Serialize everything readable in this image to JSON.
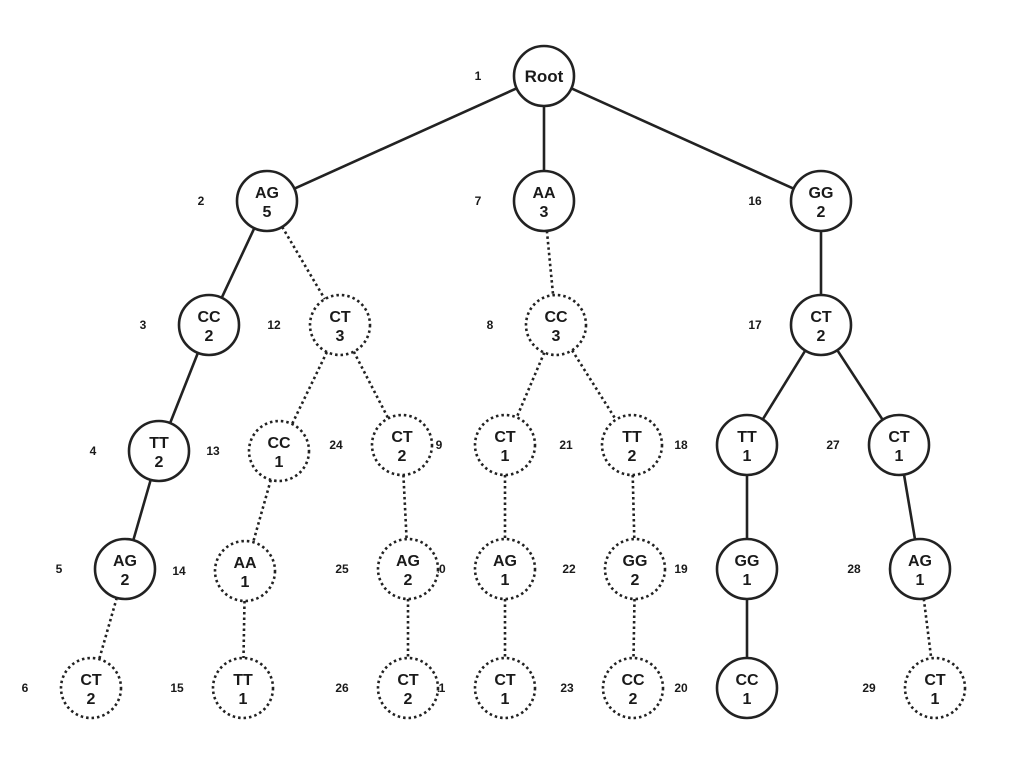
{
  "highlight_color": "#d8d8d8",
  "nodes": [
    {
      "id": "1",
      "label": "Root",
      "count": "",
      "style": "solid"
    },
    {
      "id": "2",
      "label": "AG",
      "count": "5",
      "style": "solid"
    },
    {
      "id": "3",
      "label": "CC",
      "count": "2",
      "style": "solid"
    },
    {
      "id": "4",
      "label": "TT",
      "count": "2",
      "style": "solid"
    },
    {
      "id": "5",
      "label": "AG",
      "count": "2",
      "style": "solid"
    },
    {
      "id": "6",
      "label": "CT",
      "count": "2",
      "style": "dotted"
    },
    {
      "id": "7",
      "label": "AA",
      "count": "3",
      "style": "solid"
    },
    {
      "id": "8",
      "label": "CC",
      "count": "3",
      "style": "dotted"
    },
    {
      "id": "9",
      "label": "CT",
      "count": "1",
      "style": "dotted"
    },
    {
      "id": "10",
      "label": "AG",
      "count": "1",
      "style": "dotted"
    },
    {
      "id": "11",
      "label": "CT",
      "count": "1",
      "style": "dotted"
    },
    {
      "id": "12",
      "label": "CT",
      "count": "3",
      "style": "dotted"
    },
    {
      "id": "13",
      "label": "CC",
      "count": "1",
      "style": "dotted"
    },
    {
      "id": "14",
      "label": "AA",
      "count": "1",
      "style": "dotted"
    },
    {
      "id": "15",
      "label": "TT",
      "count": "1",
      "style": "dotted"
    },
    {
      "id": "16",
      "label": "GG",
      "count": "2",
      "style": "solid"
    },
    {
      "id": "17",
      "label": "CT",
      "count": "2",
      "style": "solid"
    },
    {
      "id": "18",
      "label": "TT",
      "count": "1",
      "style": "solid"
    },
    {
      "id": "19",
      "label": "GG",
      "count": "1",
      "style": "solid"
    },
    {
      "id": "20",
      "label": "CC",
      "count": "1",
      "style": "solid",
      "highlighted": true
    },
    {
      "id": "21",
      "label": "TT",
      "count": "2",
      "style": "dotted"
    },
    {
      "id": "22",
      "label": "GG",
      "count": "2",
      "style": "dotted"
    },
    {
      "id": "23",
      "label": "CC",
      "count": "2",
      "style": "dotted"
    },
    {
      "id": "24",
      "label": "CT",
      "count": "2",
      "style": "dotted"
    },
    {
      "id": "25",
      "label": "AG",
      "count": "2",
      "style": "dotted"
    },
    {
      "id": "26",
      "label": "CT",
      "count": "2",
      "style": "dotted"
    },
    {
      "id": "27",
      "label": "CT",
      "count": "1",
      "style": "solid"
    },
    {
      "id": "28",
      "label": "AG",
      "count": "1",
      "style": "solid"
    },
    {
      "id": "29",
      "label": "CT",
      "count": "1",
      "style": "dotted"
    }
  ],
  "edges": [
    {
      "from": "1",
      "to": "2",
      "style": "solid"
    },
    {
      "from": "1",
      "to": "7",
      "style": "solid"
    },
    {
      "from": "1",
      "to": "16",
      "style": "solid"
    },
    {
      "from": "2",
      "to": "3",
      "style": "solid"
    },
    {
      "from": "2",
      "to": "12",
      "style": "dotted"
    },
    {
      "from": "3",
      "to": "4",
      "style": "solid"
    },
    {
      "from": "4",
      "to": "5",
      "style": "solid"
    },
    {
      "from": "5",
      "to": "6",
      "style": "dotted"
    },
    {
      "from": "12",
      "to": "13",
      "style": "dotted"
    },
    {
      "from": "12",
      "to": "24",
      "style": "dotted"
    },
    {
      "from": "13",
      "to": "14",
      "style": "dotted"
    },
    {
      "from": "14",
      "to": "15",
      "style": "dotted"
    },
    {
      "from": "24",
      "to": "25",
      "style": "dotted"
    },
    {
      "from": "25",
      "to": "26",
      "style": "dotted"
    },
    {
      "from": "7",
      "to": "8",
      "style": "dotted"
    },
    {
      "from": "8",
      "to": "9",
      "style": "dotted"
    },
    {
      "from": "8",
      "to": "21",
      "style": "dotted"
    },
    {
      "from": "9",
      "to": "10",
      "style": "dotted"
    },
    {
      "from": "10",
      "to": "11",
      "style": "dotted"
    },
    {
      "from": "21",
      "to": "22",
      "style": "dotted"
    },
    {
      "from": "22",
      "to": "23",
      "style": "dotted"
    },
    {
      "from": "16",
      "to": "17",
      "style": "solid"
    },
    {
      "from": "17",
      "to": "18",
      "style": "solid"
    },
    {
      "from": "17",
      "to": "27",
      "style": "solid"
    },
    {
      "from": "18",
      "to": "19",
      "style": "solid"
    },
    {
      "from": "19",
      "to": "20",
      "style": "solid"
    },
    {
      "from": "27",
      "to": "28",
      "style": "solid"
    },
    {
      "from": "28",
      "to": "29",
      "style": "dotted"
    }
  ]
}
